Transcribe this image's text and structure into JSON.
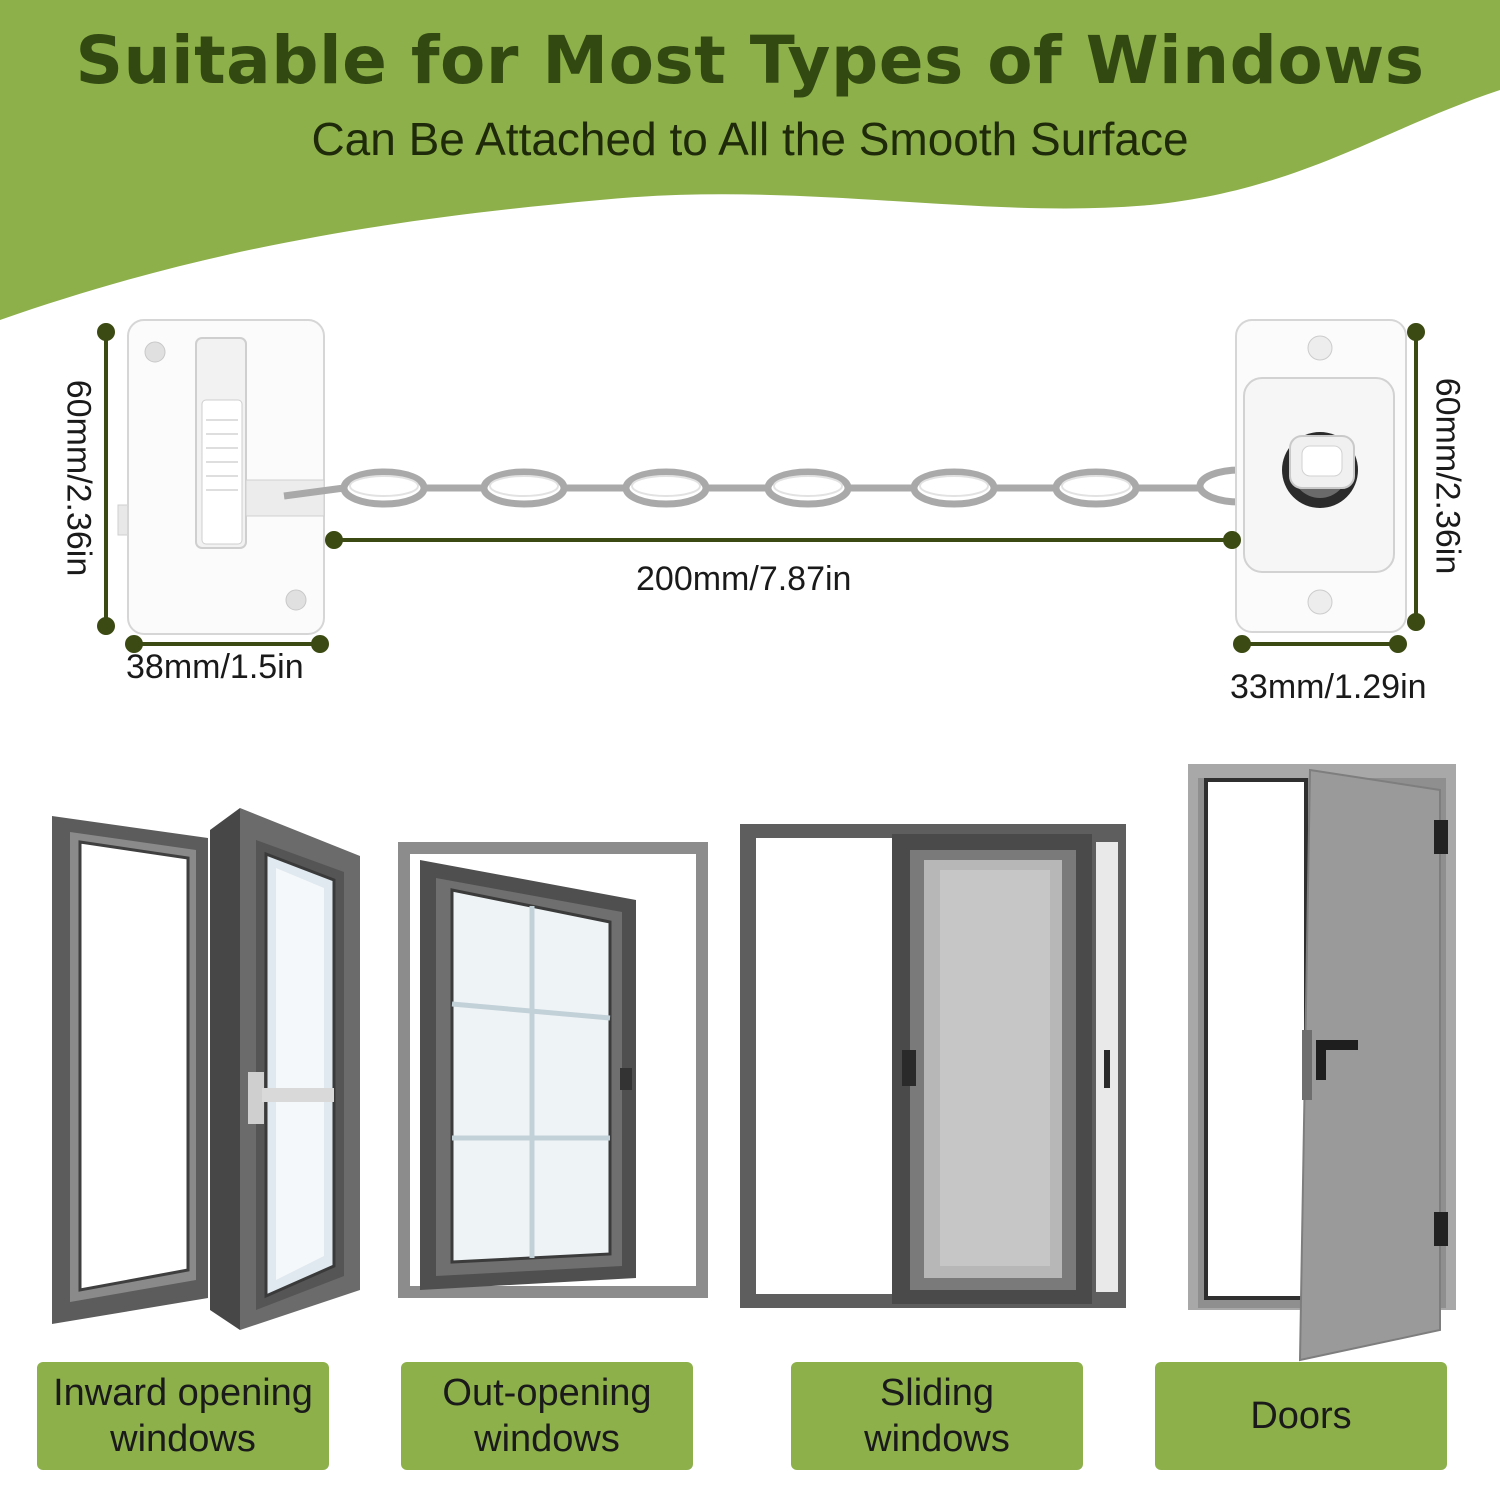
{
  "header": {
    "title": "Suitable for Most Types of Windows",
    "subtitle": "Can Be Attached to All the Smooth Surface",
    "banner_color": "#8db04a",
    "title_color": "#324a12"
  },
  "dimensions": {
    "lock_height": "60mm/2.36in",
    "lock_width": "38mm/1.5in",
    "chain_length": "200mm/7.87in",
    "bracket_height": "60mm/2.36in",
    "bracket_width": "33mm/1.29in",
    "line_color": "#3a4a12"
  },
  "applications": [
    {
      "label": "Inward opening\nwindows",
      "icon": "inward-window-icon"
    },
    {
      "label": "Out-opening\nwindows",
      "icon": "outward-window-icon"
    },
    {
      "label": "Sliding\nwindows",
      "icon": "sliding-window-icon"
    },
    {
      "label": "Doors",
      "icon": "door-icon"
    }
  ]
}
